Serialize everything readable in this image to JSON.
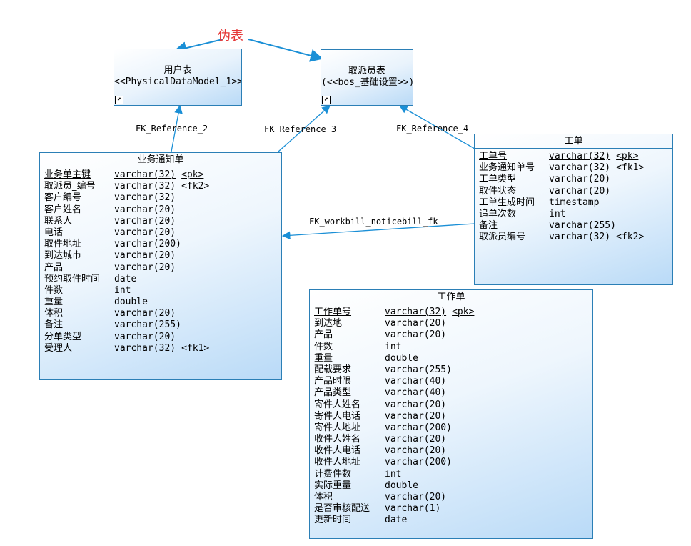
{
  "note": "伪表",
  "shortcut_glyph": "⬈",
  "references": {
    "user": {
      "title": "用户表",
      "subtitle": "<<PhysicalDataModel_1>>"
    },
    "courier": {
      "title": "取派员表",
      "subtitle": "(<<bos_基础设置>>)"
    }
  },
  "edge_labels": {
    "fk2": "FK_Reference_2",
    "fk3": "FK_Reference_3",
    "fk4": "FK_Reference_4",
    "fk_wn": "FK_workbill_noticebill_fk"
  },
  "colors": {
    "note": "#e53a3a",
    "line": "#1a8fd6",
    "border": "#2b7fb6"
  },
  "entities": {
    "noticebill": {
      "title": "业务通知单",
      "columns": [
        {
          "name": "业务单主键",
          "type": "varchar(32)",
          "key": "<pk>"
        },
        {
          "name": "取派员_编号",
          "type": "varchar(32)",
          "key": "<fk2>"
        },
        {
          "name": "客户编号",
          "type": "varchar(32)",
          "key": ""
        },
        {
          "name": "客户姓名",
          "type": "varchar(20)",
          "key": ""
        },
        {
          "name": "联系人",
          "type": "varchar(20)",
          "key": ""
        },
        {
          "name": "电话",
          "type": "varchar(20)",
          "key": ""
        },
        {
          "name": "取件地址",
          "type": "varchar(200)",
          "key": ""
        },
        {
          "name": "到达城市",
          "type": "varchar(20)",
          "key": ""
        },
        {
          "name": "产品",
          "type": "varchar(20)",
          "key": ""
        },
        {
          "name": "预约取件时间",
          "type": "date",
          "key": ""
        },
        {
          "name": "件数",
          "type": "int",
          "key": ""
        },
        {
          "name": "重量",
          "type": "double",
          "key": ""
        },
        {
          "name": "体积",
          "type": "varchar(20)",
          "key": ""
        },
        {
          "name": "备注",
          "type": "varchar(255)",
          "key": ""
        },
        {
          "name": "分单类型",
          "type": "varchar(20)",
          "key": ""
        },
        {
          "name": "受理人",
          "type": "varchar(32)",
          "key": "<fk1>"
        }
      ]
    },
    "workbill": {
      "title": "工单",
      "columns": [
        {
          "name": "工单号",
          "type": "varchar(32)",
          "key": "<pk>"
        },
        {
          "name": "业务通知单号",
          "type": "varchar(32)",
          "key": "<fk1>"
        },
        {
          "name": "工单类型",
          "type": "varchar(20)",
          "key": ""
        },
        {
          "name": "取件状态",
          "type": "varchar(20)",
          "key": ""
        },
        {
          "name": "工单生成时间",
          "type": "timestamp",
          "key": ""
        },
        {
          "name": "追单次数",
          "type": "int",
          "key": ""
        },
        {
          "name": "备注",
          "type": "varchar(255)",
          "key": ""
        },
        {
          "name": "取派员编号",
          "type": "varchar(32)",
          "key": "<fk2>"
        }
      ]
    },
    "worksheet": {
      "title": "工作单",
      "columns": [
        {
          "name": "工作单号",
          "type": "varchar(32)",
          "key": "<pk>"
        },
        {
          "name": "到达地",
          "type": "varchar(20)",
          "key": ""
        },
        {
          "name": "产品",
          "type": "varchar(20)",
          "key": ""
        },
        {
          "name": "件数",
          "type": "int",
          "key": ""
        },
        {
          "name": "重量",
          "type": "double",
          "key": ""
        },
        {
          "name": "配载要求",
          "type": "varchar(255)",
          "key": ""
        },
        {
          "name": "产品时限",
          "type": "varchar(40)",
          "key": ""
        },
        {
          "name": "产品类型",
          "type": "varchar(40)",
          "key": ""
        },
        {
          "name": "寄件人姓名",
          "type": "varchar(20)",
          "key": ""
        },
        {
          "name": "寄件人电话",
          "type": "varchar(20)",
          "key": ""
        },
        {
          "name": "寄件人地址",
          "type": "varchar(200)",
          "key": ""
        },
        {
          "name": "收件人姓名",
          "type": "varchar(20)",
          "key": ""
        },
        {
          "name": "收件人电话",
          "type": "varchar(20)",
          "key": ""
        },
        {
          "name": "收件人地址",
          "type": "varchar(200)",
          "key": ""
        },
        {
          "name": "计费件数",
          "type": "int",
          "key": ""
        },
        {
          "name": "实际重量",
          "type": "double",
          "key": ""
        },
        {
          "name": "体积",
          "type": "varchar(20)",
          "key": ""
        },
        {
          "name": "是否审核配送",
          "type": "varchar(1)",
          "key": ""
        },
        {
          "name": "更新时间",
          "type": "date",
          "key": ""
        }
      ]
    }
  }
}
